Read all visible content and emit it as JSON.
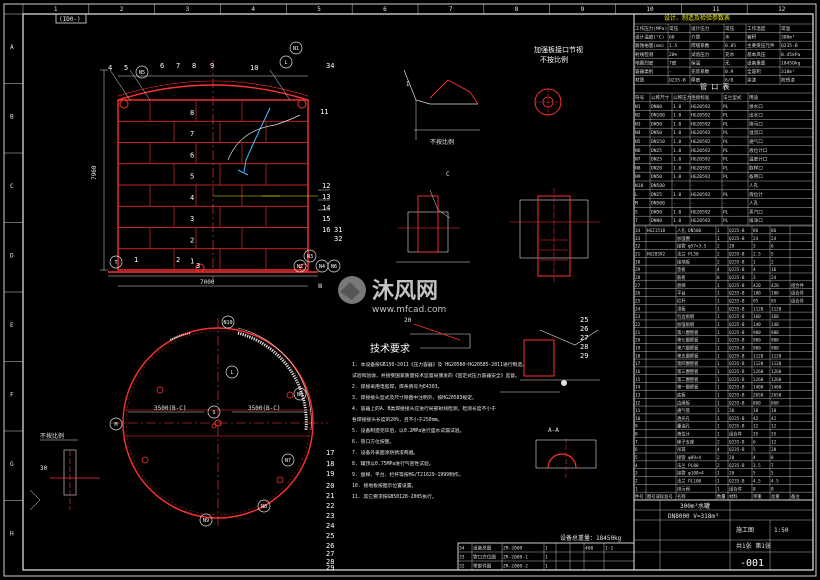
{
  "sheet": {
    "top_code": "(ID0-)",
    "grid_top": [
      "1",
      "2",
      "3",
      "4",
      "5",
      "6",
      "7",
      "8",
      "9",
      "10",
      "11",
      "12"
    ],
    "grid_side": [
      "A",
      "B",
      "C",
      "D",
      "E",
      "F",
      "G",
      "H"
    ],
    "watermark_brand": "沐风网",
    "watermark_url": "www.mfcad.com",
    "drawing_no": "-001"
  },
  "elevation": {
    "left_markers": [
      "4",
      "5"
    ],
    "top_markers": [
      "N5",
      "6",
      "7",
      "8",
      "9",
      "10",
      "L",
      "N1",
      "34"
    ],
    "right_markers": [
      "11",
      "12",
      "13",
      "14",
      "15",
      "16",
      "31",
      "32"
    ],
    "bottom_markers": [
      "T",
      "1",
      "2",
      "3",
      "N2",
      "N3",
      "N4",
      "N6"
    ],
    "panel_numbers": [
      "8",
      "7",
      "6",
      "5",
      "4",
      "3",
      "2",
      "1"
    ],
    "side_dim": "7960",
    "bottom_dim": "7000",
    "roman": "Ⅲ"
  },
  "plan": {
    "markers": [
      "N10",
      "L",
      "N6",
      "S",
      "N7",
      "N8",
      "N9",
      "M",
      "17",
      "18",
      "19",
      "20",
      "21",
      "22",
      "23",
      "24",
      "25",
      "26",
      "27",
      "28",
      "29",
      "30"
    ],
    "dim_left": "3500(B-C)",
    "dim_right": "3500(B-C)"
  },
  "details": {
    "top_title": "加强板接口节视",
    "top_subtitle": "不按比例",
    "i_label": "I",
    "i_scale": "不按比例",
    "detail_c": "C",
    "detail_aa": "A-A",
    "left_detail_title": "不按比例",
    "markers_right": [
      "25",
      "26",
      "27",
      "28",
      "29"
    ],
    "marker_20": "20",
    "marker_30": "30"
  },
  "notes": {
    "title": "技术要求",
    "lines": [
      "1. 本设备按GB150-2011《压力容器》及 HG20580~HG20585-2011进行制造、",
      "   试验和验收，并接受国家质量技术监督局颁发的《固定式压力容器安全》监督。",
      "2. 焊接采用电弧焊，焊条牌号为E4303。",
      "3. 焊接接头型式及尺寸除图中注明外，按HG20583规定。",
      "4. 容器上的A、B类焊接接头应进行局部射线检测，检测长度不小于",
      "   各焊接接头长度的20%，且不小于250mm。",
      "5. 设备制造完毕后，以0.2MPa进行盛水试漏试验。",
      "6. 管口方位按图。",
      "7. 设备外表面涂防锈漆两遍。",
      "8. 罐顶以0.75MPa进行气密性试验。",
      "9. 盘梯、平台、栏杆等按HG/T21629-1999制作。",
      "10. 接地板按图示位置设置。",
      "11. 其它要求按GB50128-2005执行。"
    ],
    "weight": "设备总重量：18450kg"
  },
  "spec_table": {
    "title": "设计、制造及检验参数表",
    "rows": [
      [
        "工作压力(MPa)",
        "常压",
        "设计压力",
        "常压",
        "工作温度",
        "常温"
      ],
      [
        "设计温度(°C)",
        "60",
        "介质",
        "水",
        "容积",
        "300m³"
      ],
      [
        "腐蚀裕量(mm)",
        "1.5",
        "焊缝系数",
        "0.85",
        "主要受压元件",
        "Q235-B"
      ],
      [
        "射线检测",
        "20%",
        "试验压力",
        "充水",
        "基本风压",
        "0.45kPa"
      ],
      [
        "地震烈度",
        "7度",
        "保温",
        "无",
        "设备重量",
        "18450kg"
      ],
      [
        "容器类别",
        "-",
        "充装系数",
        "0.9",
        "全容积",
        "318m³"
      ],
      [
        "材质",
        "Q235-B",
        "厚度",
        "6/8",
        "涂漆",
        "防锈漆"
      ]
    ]
  },
  "nozzle_table": {
    "title": "管 口 表",
    "header": [
      "符号",
      "公称尺寸",
      "公称压力",
      "连接标准",
      "法兰型式",
      "用途"
    ],
    "rows": [
      [
        "N1",
        "DN80",
        "1.0",
        "HG20592",
        "PL",
        "进水口"
      ],
      [
        "N2",
        "DN100",
        "1.0",
        "HG20592",
        "PL",
        "出水口"
      ],
      [
        "N3",
        "DN50",
        "1.0",
        "HG20592",
        "PL",
        "排污口"
      ],
      [
        "N4",
        "DN50",
        "1.0",
        "HG20592",
        "PL",
        "溢流口"
      ],
      [
        "N5",
        "DN150",
        "1.0",
        "HG20592",
        "PL",
        "通气口"
      ],
      [
        "N6",
        "DN25",
        "1.0",
        "HG20592",
        "PL",
        "液位计口"
      ],
      [
        "N7",
        "DN25",
        "1.0",
        "HG20592",
        "PL",
        "温度计口"
      ],
      [
        "N8",
        "DN20",
        "1.0",
        "HG20592",
        "PL",
        "取样口"
      ],
      [
        "N9",
        "DN50",
        "1.0",
        "HG20592",
        "PL",
        "备用口"
      ],
      [
        "N10",
        "DN500",
        "-",
        "-",
        "-",
        "人孔"
      ],
      [
        "L",
        "DN25",
        "1.0",
        "HG20592",
        "PL",
        "液位计"
      ],
      [
        "M",
        "DN500",
        "-",
        "-",
        "-",
        "人孔"
      ],
      [
        "S",
        "DN50",
        "1.0",
        "HG20592",
        "PL",
        "蒸汽口"
      ],
      [
        "T",
        "DN80",
        "1.0",
        "HG20592",
        "PL",
        "排净口"
      ]
    ]
  },
  "parts_table": {
    "header": [
      "件号",
      "图号或标准号",
      "名称",
      "数量",
      "材料",
      "单重",
      "总重",
      "备注"
    ],
    "rows": [
      [
        "34",
        "HG21518",
        "人孔 DN500",
        "1",
        "Q235-B",
        "86",
        "86",
        ""
      ],
      [
        "33",
        "",
        "加强圈",
        "1",
        "Q235-B",
        "24",
        "24",
        ""
      ],
      [
        "32",
        "",
        "接管 φ57×3.5",
        "2",
        "20",
        "3",
        "6",
        ""
      ],
      [
        "31",
        "HG20592",
        "法兰 PL50",
        "2",
        "Q235-B",
        "2.5",
        "5",
        ""
      ],
      [
        "30",
        "",
        "接地板",
        "2",
        "Q235-B",
        "1",
        "2",
        ""
      ],
      [
        "29",
        "",
        "垫板",
        "4",
        "Q235-B",
        "4",
        "16",
        ""
      ],
      [
        "28",
        "",
        "筋板",
        "8",
        "Q235-B",
        "3",
        "24",
        ""
      ],
      [
        "27",
        "",
        "盘梯",
        "1",
        "Q235-B",
        "420",
        "420",
        "组合件"
      ],
      [
        "26",
        "",
        "平台",
        "1",
        "Q235-B",
        "180",
        "180",
        "组合件"
      ],
      [
        "25",
        "",
        "栏杆",
        "1",
        "Q235-B",
        "95",
        "95",
        "组合件"
      ],
      [
        "24",
        "",
        "顶板",
        "1",
        "Q235-B",
        "1120",
        "1120",
        ""
      ],
      [
        "23",
        "",
        "包边角钢",
        "1",
        "Q235-B",
        "160",
        "160",
        ""
      ],
      [
        "22",
        "",
        "加强角钢",
        "1",
        "Q235-B",
        "140",
        "140",
        ""
      ],
      [
        "21",
        "",
        "第八圈壁板",
        "1",
        "Q235-B",
        "980",
        "980",
        ""
      ],
      [
        "20",
        "",
        "第七圈壁板",
        "1",
        "Q235-B",
        "980",
        "980",
        ""
      ],
      [
        "19",
        "",
        "第六圈壁板",
        "1",
        "Q235-B",
        "980",
        "980",
        ""
      ],
      [
        "18",
        "",
        "第五圈壁板",
        "1",
        "Q235-B",
        "1120",
        "1120",
        ""
      ],
      [
        "17",
        "",
        "第四圈壁板",
        "1",
        "Q235-B",
        "1120",
        "1120",
        ""
      ],
      [
        "16",
        "",
        "第三圈壁板",
        "1",
        "Q235-B",
        "1260",
        "1260",
        ""
      ],
      [
        "15",
        "",
        "第二圈壁板",
        "1",
        "Q235-B",
        "1260",
        "1260",
        ""
      ],
      [
        "14",
        "",
        "第一圈壁板",
        "1",
        "Q235-B",
        "1400",
        "1400",
        ""
      ],
      [
        "13",
        "",
        "底板",
        "1",
        "Q235-B",
        "2650",
        "2650",
        ""
      ],
      [
        "12",
        "",
        "边缘板",
        "1",
        "Q235-B",
        "860",
        "860",
        ""
      ],
      [
        "11",
        "",
        "通气管",
        "1",
        "20",
        "18",
        "18",
        ""
      ],
      [
        "10",
        "",
        "透光孔",
        "1",
        "Q235-B",
        "42",
        "42",
        ""
      ],
      [
        "9",
        "",
        "量油孔",
        "1",
        "Q235-B",
        "12",
        "12",
        ""
      ],
      [
        "8",
        "",
        "液位计",
        "1",
        "组合件",
        "35",
        "35",
        ""
      ],
      [
        "7",
        "",
        "梯子支座",
        "2",
        "Q235-B",
        "6",
        "12",
        ""
      ],
      [
        "6",
        "",
        "吊耳",
        "4",
        "Q235-B",
        "5",
        "20",
        ""
      ],
      [
        "5",
        "",
        "接管 φ89×4",
        "2",
        "20",
        "4",
        "8",
        ""
      ],
      [
        "4",
        "",
        "法兰 PL80",
        "2",
        "Q235-B",
        "3.5",
        "7",
        ""
      ],
      [
        "3",
        "",
        "接管 φ108×4",
        "1",
        "20",
        "5",
        "5",
        ""
      ],
      [
        "2",
        "",
        "法兰 PL100",
        "1",
        "Q235-B",
        "4.5",
        "4.5",
        ""
      ],
      [
        "1",
        "",
        "排污阀",
        "1",
        "组合件",
        "8",
        "8",
        ""
      ]
    ]
  },
  "title_block": {
    "company": "",
    "drawing_title": "300m³水罐",
    "subtitle": "DN8000 V=318m³",
    "scale": "1:50",
    "sheet": "共1张 第1张",
    "stage": "施工图",
    "drawing_no": "-001"
  },
  "bottom_table": {
    "rows": [
      [
        "34",
        "设备总图",
        "ZR-2009",
        "1",
        "",
        "",
        "460",
        "1:1"
      ],
      [
        "33",
        "管口方位图",
        "ZR-2009-1",
        "1",
        "",
        "",
        "",
        ""
      ],
      [
        "32",
        "零部件图",
        "ZR-2009-2",
        "1",
        "",
        "",
        "",
        ""
      ]
    ]
  }
}
